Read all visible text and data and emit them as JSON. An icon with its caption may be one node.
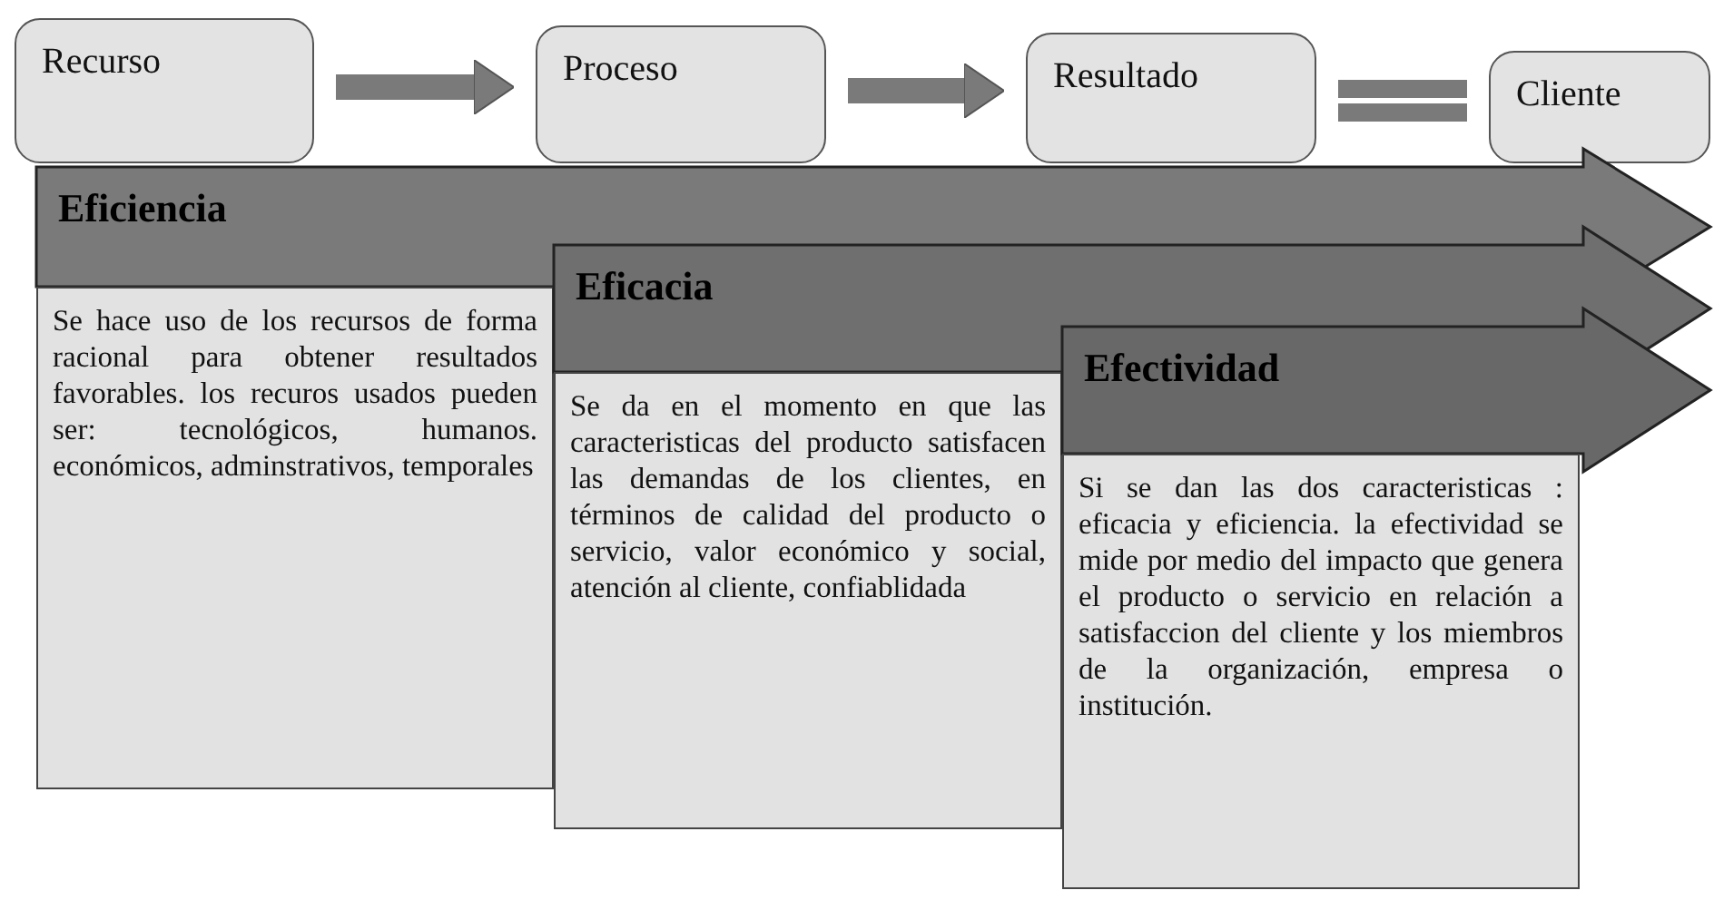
{
  "diagram": {
    "nodes": [
      {
        "text": [
          "Recurso"
        ]
      },
      {
        "text": [
          "Proceso"
        ]
      },
      {
        "text": [
          "Resultado"
        ]
      },
      {
        "text": [
          "Cliente"
        ]
      },
      {
        "text": [
          "Eficiencia"
        ]
      },
      {
        "text": [
          "Se hace uso de los recursos de forma racional para obtener resultados favorables. los recuros usados pueden ser: tecnológicos, humanos. económicos, adminstrativos, temporales"
        ]
      },
      {
        "text": [
          "Eficacia"
        ]
      },
      {
        "text": [
          "Se da en el momento en que las caracteristicas del producto satisfacen las demandas de los clientes, en términos de calidad del producto o servicio, valor económico y social, atención al cliente, confiablidada"
        ]
      },
      {
        "text": [
          "Efectividad"
        ]
      },
      {
        "text": [
          "Si se dan las dos caracteristicas : eficacia y eficiencia. la efectividad se mide por medio del impacto que genera el producto o servicio en relación a satisfaccion del cliente y los miembros de la organización, empresa o institución."
        ]
      }
    ],
    "edges": [
      {
        "from": 0,
        "to": 1,
        "arrow": "to"
      },
      {
        "from": 1,
        "to": 2,
        "arrow": "to"
      },
      {
        "from": 2,
        "to": 3,
        "arrow": "none"
      }
    ]
  }
}
